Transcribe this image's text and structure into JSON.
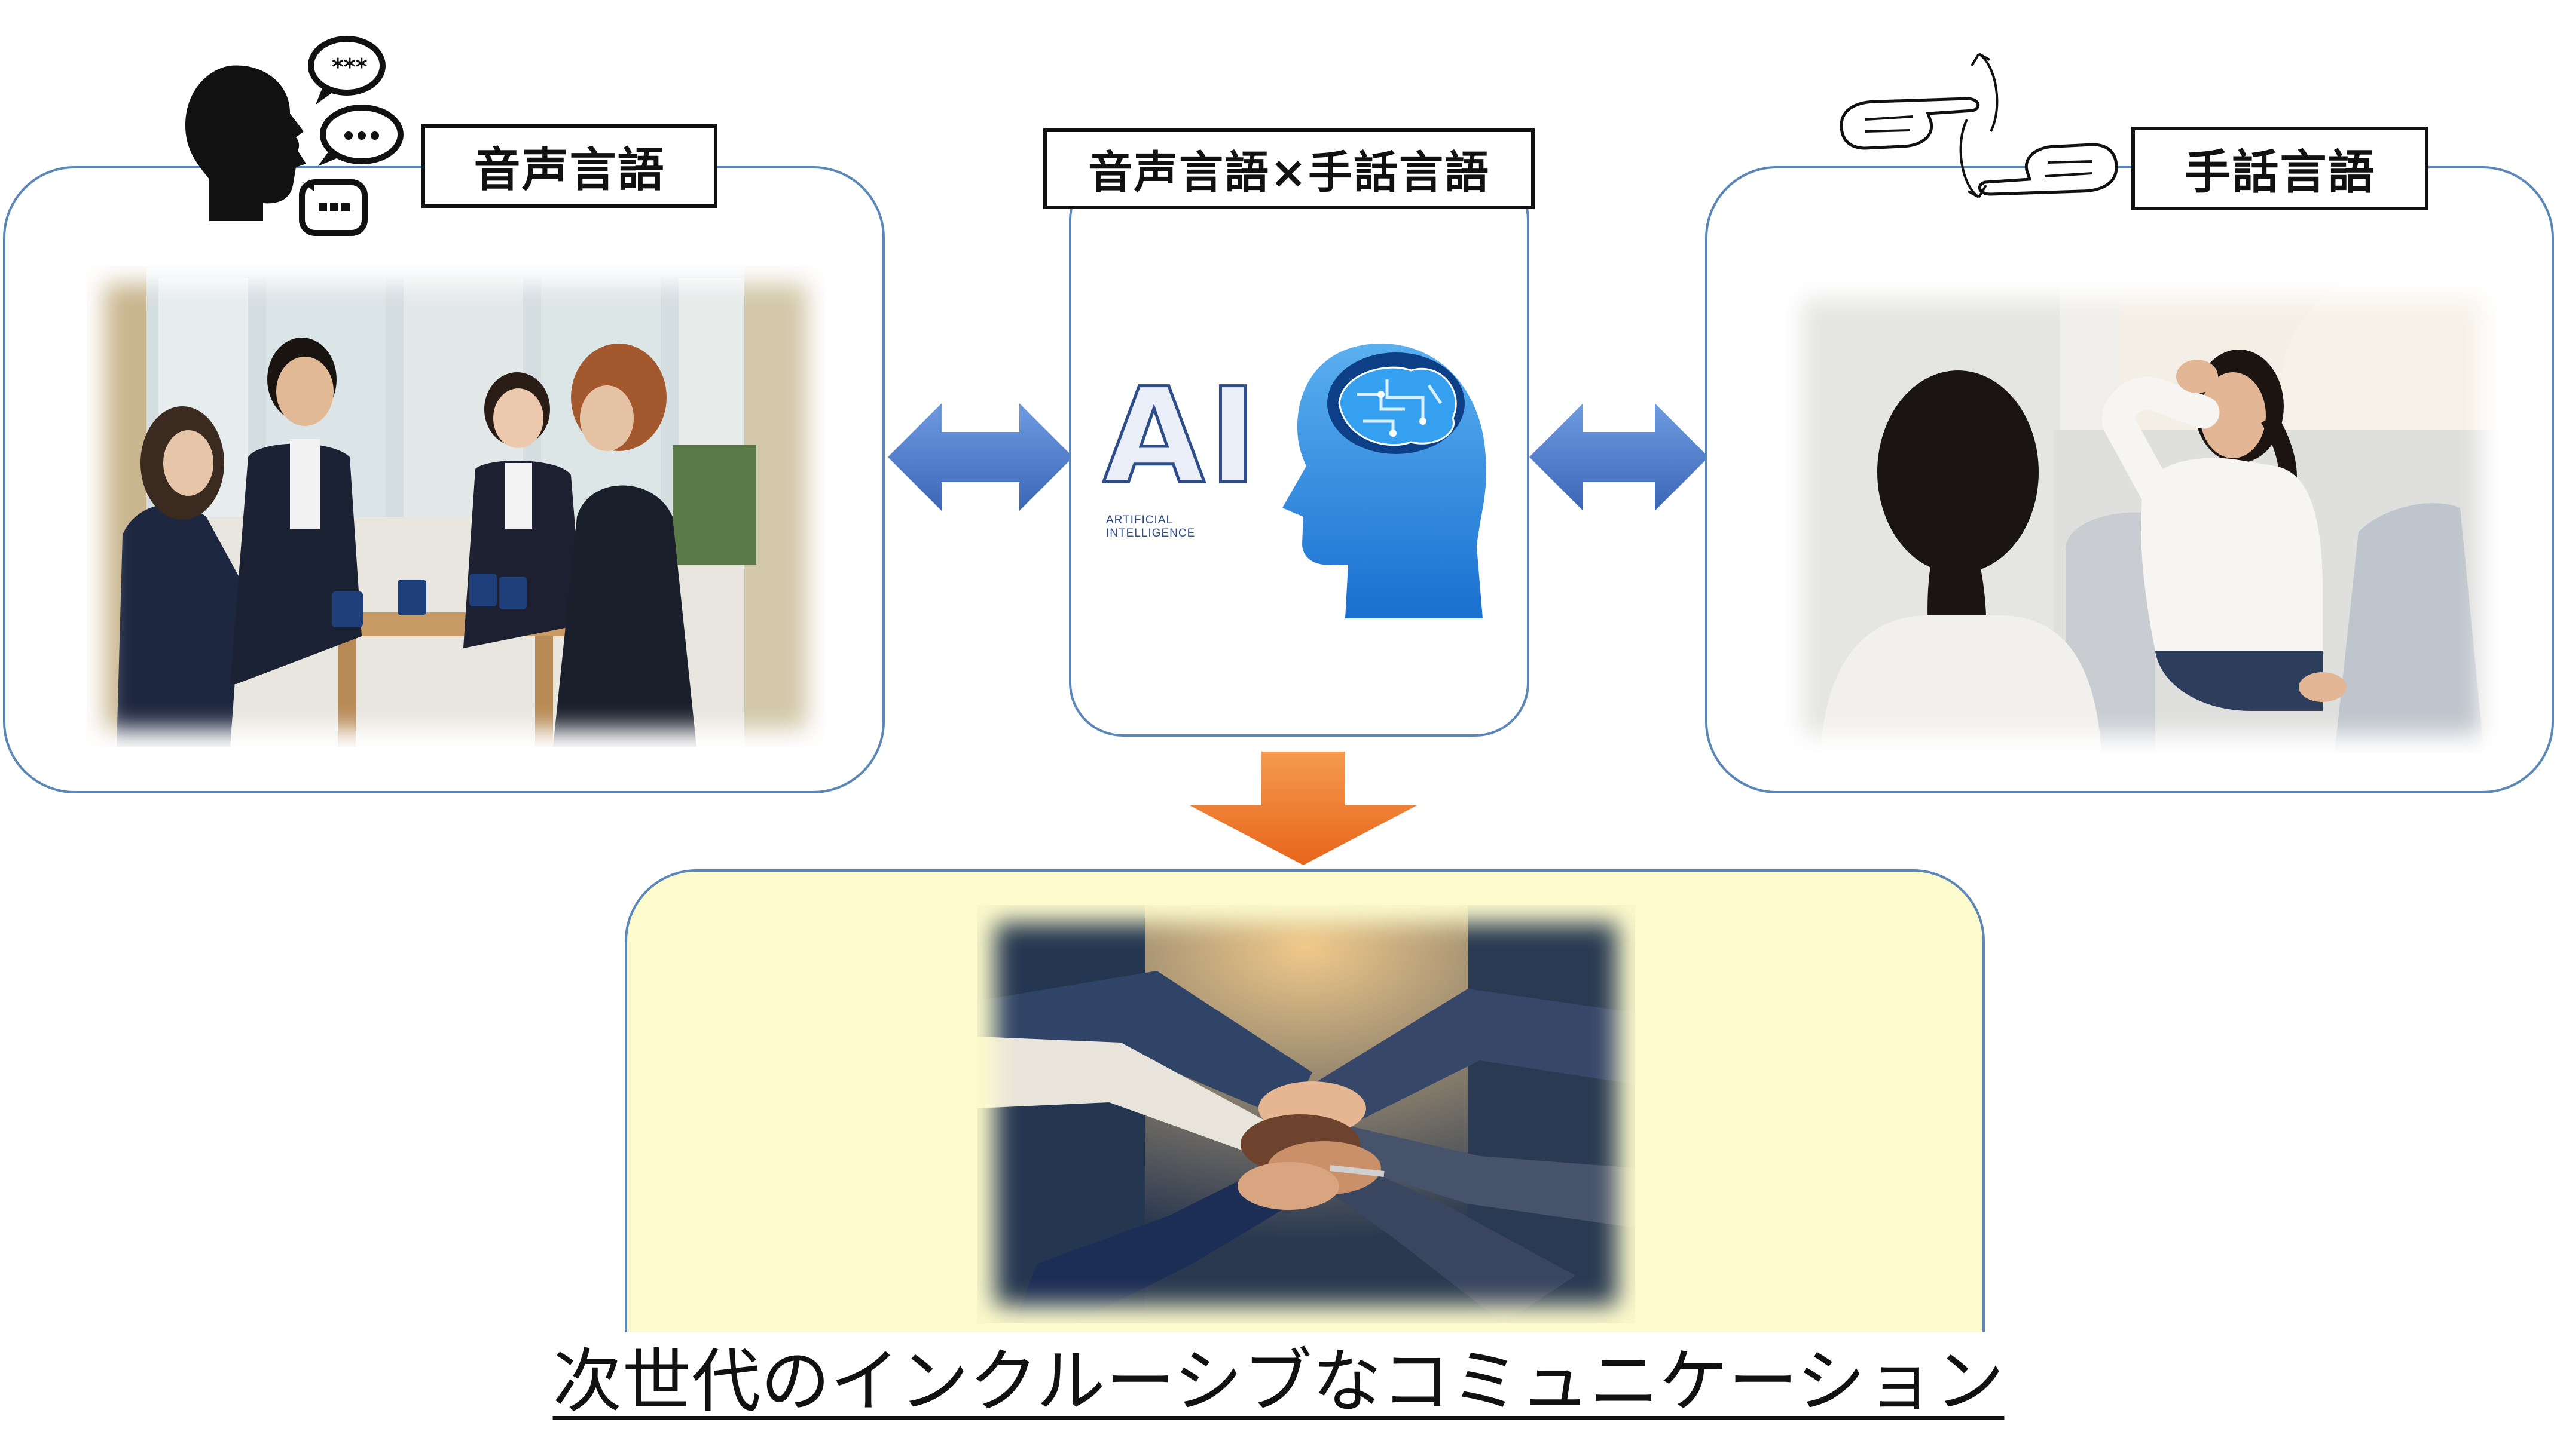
{
  "left_panel": {
    "label": "音声言語",
    "icon": "speaking-head-with-speech-bubbles-icon"
  },
  "center_panel": {
    "label": "音声言語×手話言語",
    "ai_text": "AI",
    "ai_subtext": "ARTIFICIAL INTELLIGENCE",
    "icon": "ai-brain-head-icon"
  },
  "right_panel": {
    "label": "手話言語",
    "icon": "sign-language-hands-icon"
  },
  "result": {
    "caption": "次世代のインクルーシブなコミュニケーション"
  },
  "colors": {
    "panel_border": "#5b86b8",
    "arrow_blue": "#4a78c8",
    "arrow_orange": "#f07a28",
    "result_bg": "#fdfbcd"
  }
}
